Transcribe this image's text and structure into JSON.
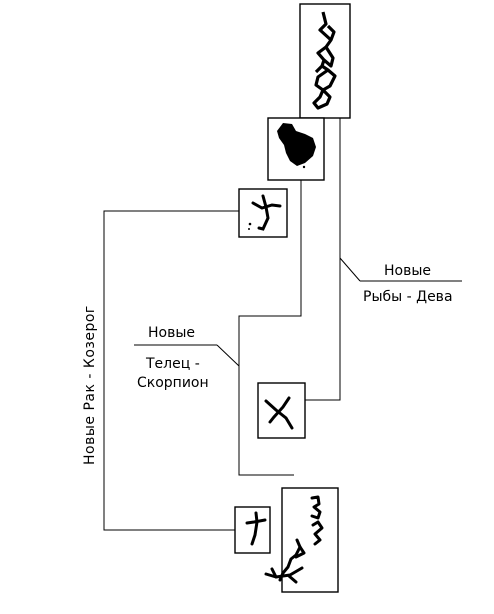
{
  "labels": {
    "fish_virgo_top": "Новые",
    "fish_virgo_bottom": "Рыбы - Дева",
    "taurus_scorpio_top": "Новые",
    "taurus_scorpio_bottom_1": "Телец -",
    "taurus_scorpio_bottom_2": "Скорпион",
    "cancer_capricorn": "Новые  Рак - Козерог"
  }
}
